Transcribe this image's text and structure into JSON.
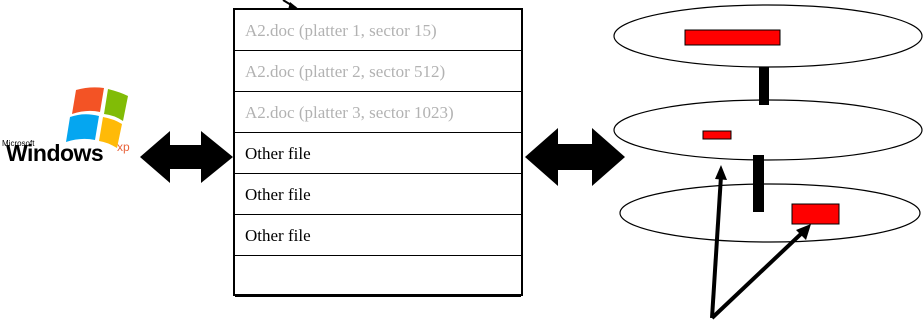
{
  "logo": {
    "brand_small": "Microsoft",
    "brand": "Windows",
    "edition": "xp"
  },
  "file_table": {
    "rows": [
      {
        "label": "A2.doc (platter 1, sector 15)",
        "style": "ghost"
      },
      {
        "label": "A2.doc (platter 2, sector 512)",
        "style": "ghost"
      },
      {
        "label": "A2.doc (platter 3, sector 1023)",
        "style": "ghost"
      },
      {
        "label": "Other file",
        "style": "normal"
      },
      {
        "label": "Other file",
        "style": "normal"
      },
      {
        "label": "Other file",
        "style": "normal"
      },
      {
        "label": "",
        "style": "normal"
      }
    ]
  },
  "colors": {
    "ghost_text": "#b2b2b2",
    "sector_fill": "#ff0000",
    "outline": "#000000"
  }
}
